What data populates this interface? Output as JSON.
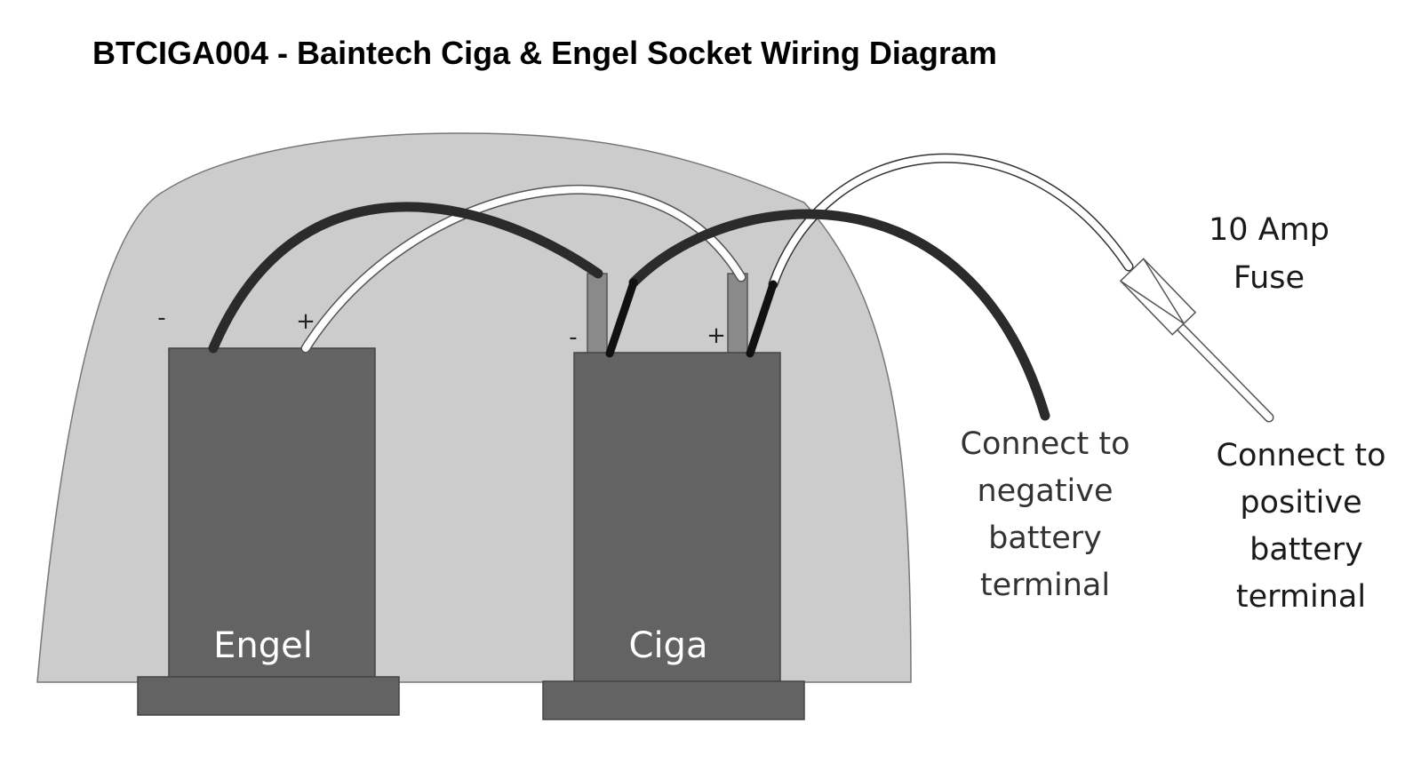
{
  "title": "BTCIGA004 - Baintech Ciga & Engel Socket Wiring Diagram",
  "sockets": {
    "engel": {
      "label": "Engel",
      "negative_sign": "-",
      "positive_sign": "+"
    },
    "ciga": {
      "label": "Ciga",
      "negative_sign": "-",
      "positive_sign": "+"
    }
  },
  "fuse": {
    "line1": "10 Amp",
    "line2": "Fuse"
  },
  "negative_note": {
    "lines": [
      "Connect to",
      "negative",
      "battery",
      "terminal"
    ]
  },
  "positive_note": {
    "lines": [
      "Connect to",
      "positive",
      "battery",
      "terminal"
    ]
  },
  "colors": {
    "panel": "#cccccc",
    "socket_body": "#636363",
    "negative_wire": "#2b2b2b",
    "positive_wire": "#ffffff",
    "terminal": "#8a8a8a"
  }
}
